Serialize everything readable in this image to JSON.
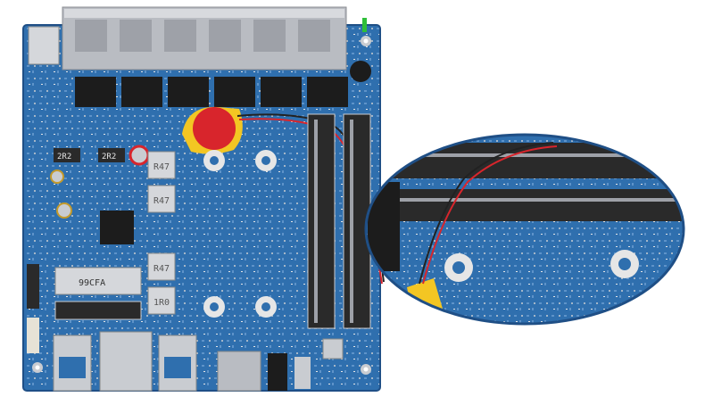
{
  "board": {
    "component_labels": [
      "2R2",
      "2R2",
      "R47",
      "R47",
      "R47",
      "1R0",
      "99CFA"
    ],
    "colors": {
      "pcb": "#2f6fae",
      "pcb_dark": "#1f4f86",
      "silver": "#c9ccd1",
      "chip": "#1c1c1c",
      "battery": "#d8252c",
      "holder": "#f3c623",
      "slot": "#2a2a2a"
    }
  }
}
